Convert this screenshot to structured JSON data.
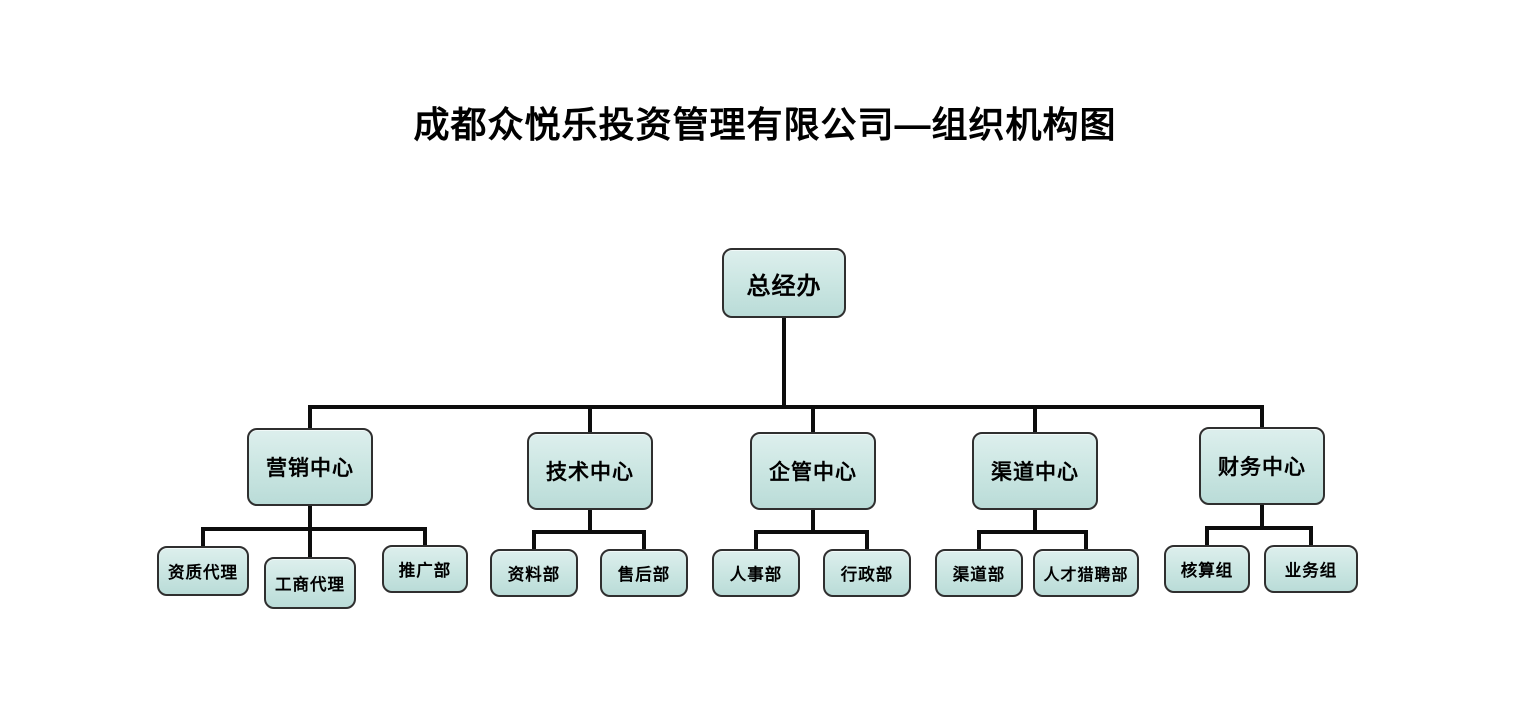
{
  "title": "成都众悦乐投资管理有限公司—组织机构图",
  "diagram_type": "org-chart",
  "nodes": [
    {
      "id": "zongjingban",
      "label": "总经办",
      "parent": null
    },
    {
      "id": "yingxiao",
      "label": "营销中心",
      "parent": "zongjingban"
    },
    {
      "id": "jishu",
      "label": "技术中心",
      "parent": "zongjingban"
    },
    {
      "id": "qiguan",
      "label": "企管中心",
      "parent": "zongjingban"
    },
    {
      "id": "qudao",
      "label": "渠道中心",
      "parent": "zongjingban"
    },
    {
      "id": "caiwu",
      "label": "财务中心",
      "parent": "zongjingban"
    },
    {
      "id": "zizhi",
      "label": "资质代理",
      "parent": "yingxiao"
    },
    {
      "id": "gongshang",
      "label": "工商代理",
      "parent": "yingxiao"
    },
    {
      "id": "tuiguang",
      "label": "推广部",
      "parent": "yingxiao"
    },
    {
      "id": "ziliao",
      "label": "资料部",
      "parent": "jishu"
    },
    {
      "id": "shouhou",
      "label": "售后部",
      "parent": "jishu"
    },
    {
      "id": "renshi",
      "label": "人事部",
      "parent": "qiguan"
    },
    {
      "id": "xingzheng",
      "label": "行政部",
      "parent": "qiguan"
    },
    {
      "id": "qudaobu",
      "label": "渠道部",
      "parent": "qudao"
    },
    {
      "id": "liepin",
      "label": "人才猎聘部",
      "parent": "qudao"
    },
    {
      "id": "hesuan",
      "label": "核算组",
      "parent": "caiwu"
    },
    {
      "id": "yewu",
      "label": "业务组",
      "parent": "caiwu"
    }
  ],
  "colors": {
    "background": "#ffffff",
    "node_fill": "#c9e5e1",
    "node_fill_light": "#ddefed",
    "node_border": "#2f2f2f",
    "connector": "#0d0d0d",
    "text": "#000000"
  }
}
